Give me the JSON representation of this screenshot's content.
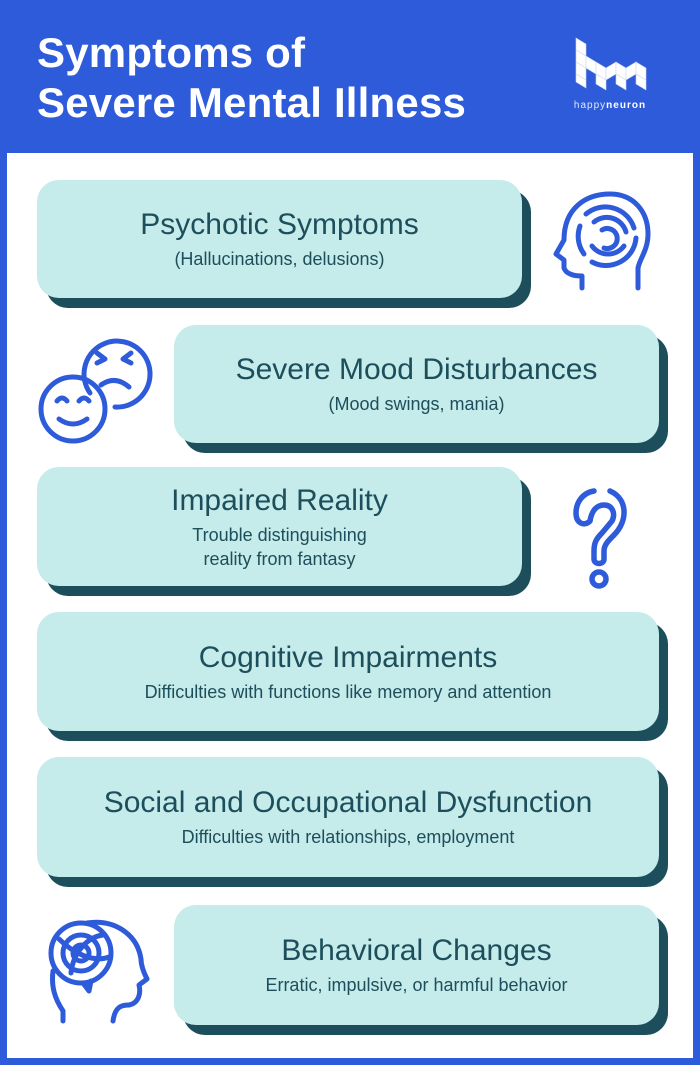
{
  "header": {
    "title_line1": "Symptoms of",
    "title_line2": "Severe Mental Illness",
    "logo": {
      "icon": "hn-logo-icon",
      "text_light": "happy",
      "text_bold": "neuron"
    }
  },
  "colors": {
    "brand_blue": "#2e5bd9",
    "card_face": "#c5ebea",
    "card_shadow": "#1d4e5b",
    "text_dark": "#1d4e5b",
    "icon_blue": "#2e5bd9"
  },
  "symptoms": [
    {
      "title": "Psychotic Symptoms",
      "description": "(Hallucinations, delusions)",
      "icon": "maze-head-icon"
    },
    {
      "title": "Severe Mood Disturbances",
      "description": "(Mood swings, mania)",
      "icon": "happy-angry-faces-icon"
    },
    {
      "title": "Impaired Reality",
      "description": "Trouble distinguishing\nreality from fantasy",
      "icon": "question-mark-icon"
    },
    {
      "title": "Cognitive Impairments",
      "description": "Difficulties with functions like memory and attention"
    },
    {
      "title": "Social and Occupational Dysfunction",
      "description": "Difficulties with relationships, employment"
    },
    {
      "title": "Behavioral Changes",
      "description": "Erratic, impulsive, or harmful behavior",
      "icon": "tangled-mind-head-icon"
    }
  ]
}
